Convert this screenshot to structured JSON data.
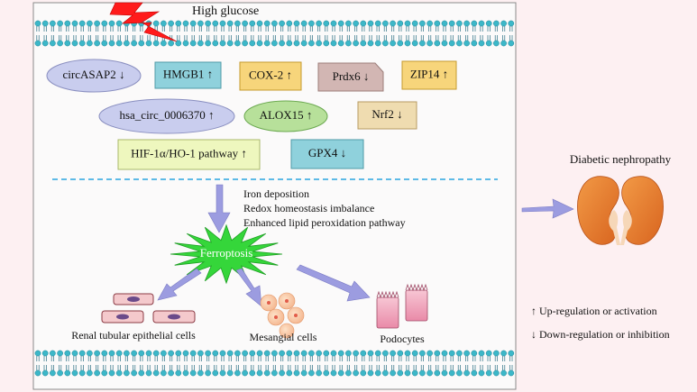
{
  "header": {
    "title": "High glucose"
  },
  "factors": [
    {
      "id": "circASAP2",
      "label": "circASAP2 ↓",
      "shape": "ellipse",
      "fill": "#c9cdee"
    },
    {
      "id": "HMGB1",
      "label": "HMGB1 ↑",
      "shape": "rect",
      "fill": "#8fd1dc"
    },
    {
      "id": "COX2",
      "label": "COX-2 ↑",
      "shape": "rect",
      "fill": "#f7d57b"
    },
    {
      "id": "Prdx6",
      "label": "Prdx6 ↓",
      "shape": "notch",
      "fill": "#d2b6b3"
    },
    {
      "id": "ZIP14",
      "label": "ZIP14 ↑",
      "shape": "rect",
      "fill": "#f7d57b"
    },
    {
      "id": "hsa_circ",
      "label": "hsa_circ_0006370 ↑",
      "shape": "ellipse",
      "fill": "#c9cdee"
    },
    {
      "id": "ALOX15",
      "label": "ALOX15 ↑",
      "shape": "ellipse",
      "fill": "#b7e09a"
    },
    {
      "id": "Nrf2",
      "label": "Nrf2  ↓",
      "shape": "rect",
      "fill": "#efdcb0"
    },
    {
      "id": "HIF1a",
      "label": "HIF-1α/HO-1 pathway ↑",
      "shape": "rect",
      "fill": "#eef7be"
    },
    {
      "id": "GPX4",
      "label": "GPX4  ↓",
      "shape": "rect",
      "fill": "#8fd1dc"
    }
  ],
  "mechanisms": [
    "Iron deposition",
    "Redox homeostasis imbalance",
    "Enhanced lipid peroxidation pathway"
  ],
  "center": {
    "label": "Ferroptosis",
    "color": "#35d63a"
  },
  "cells": {
    "renal": "Renal tubular epithelial cells",
    "mesangial": "Mesangial cells",
    "podocytes": "Podocytes"
  },
  "outcome": {
    "label": "Diabetic nephropathy"
  },
  "legend": {
    "up": "↑ Up-regulation or activation",
    "down": "↓ Down-regulation or inhibition"
  },
  "colors": {
    "arrow": "#9c9ce0",
    "membrane_head": "#3cb7c8",
    "kidney": "#e6802e",
    "bolt": "#ff1b1b"
  }
}
